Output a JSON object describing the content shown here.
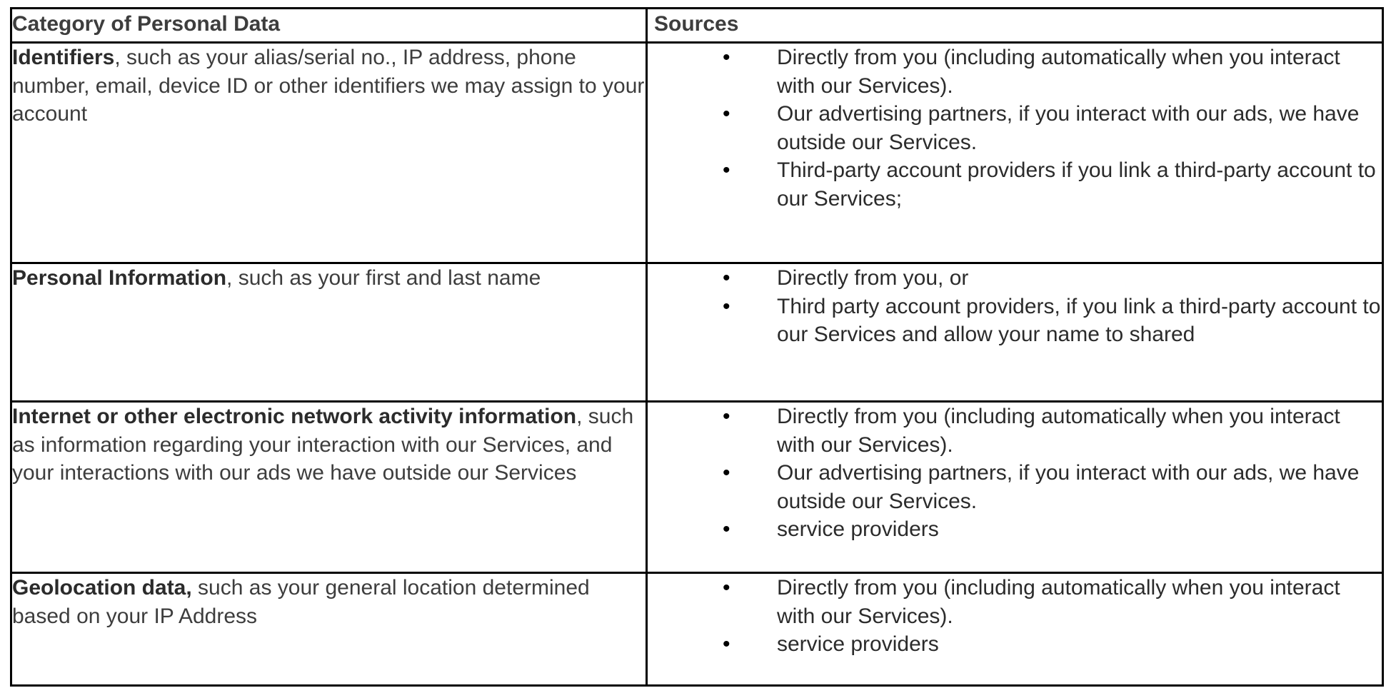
{
  "document": {
    "type": "privacy-policy-data-table",
    "colors": {
      "header_background": "#b4b4b4",
      "border": "#000000",
      "body_text": "#3d3d3d",
      "page_background": "#ffffff"
    }
  },
  "table": {
    "columns": [
      {
        "key": "category",
        "label": "Category of Personal Data"
      },
      {
        "key": "sources",
        "label": "Sources"
      }
    ],
    "bullet_glyph": "•",
    "rows": [
      {
        "id": "identifiers",
        "category_lead": "Identifiers",
        "category_rest": ", such as your alias/serial no., IP address, phone number, email, device ID or other identifiers we may assign to your account",
        "sources": [
          "Directly from you (including automatically when you interact with our Services).",
          "Our advertising partners, if you interact with our ads, we have outside our Services.",
          "Third-party account providers if you link a third-party account to our Services;"
        ]
      },
      {
        "id": "personal-information",
        "category_lead": "Personal Information",
        "category_rest": ", such as your first and last name",
        "sources": [
          "Directly from you, or",
          "Third party account providers, if you link a third-party account to our Services and allow your name to shared"
        ]
      },
      {
        "id": "internet-activity",
        "category_lead": "Internet or other electronic network activity information",
        "category_rest": ", such as information regarding your interaction with our Services, and your interactions with our ads we have outside our Services",
        "sources": [
          "Directly from you (including automatically when you interact with our Services).",
          "Our advertising partners, if you interact with our ads, we have outside our Services.",
          "service providers"
        ]
      },
      {
        "id": "geolocation",
        "category_lead": "Geolocation data,",
        "category_rest": " such as your general location determined based on your IP Address",
        "sources": [
          "Directly from you (including automatically when you interact with our Services).",
          "service providers"
        ]
      }
    ]
  }
}
